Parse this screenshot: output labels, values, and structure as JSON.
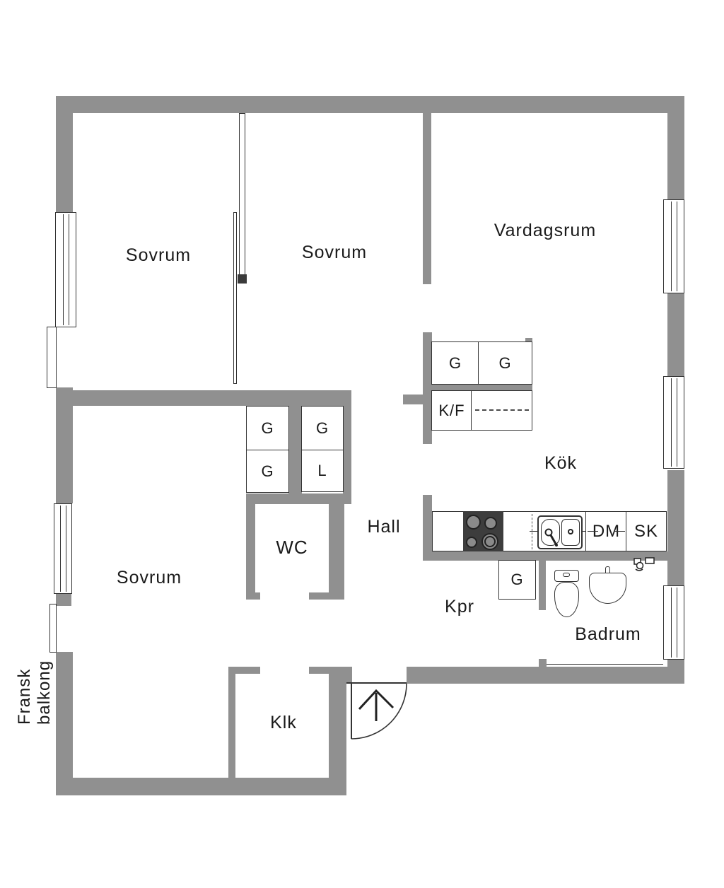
{
  "rooms": {
    "sovrum1": "Sovrum",
    "sovrum2": "Sovrum",
    "sovrum3": "Sovrum",
    "vardagsrum": "Vardagsrum",
    "kok": "Kök",
    "hall": "Hall",
    "wc": "WC",
    "kpr": "Kpr",
    "badrum": "Badrum",
    "klk": "Klk",
    "fransk_balkong": "Fransk balkong"
  },
  "cabinets": {
    "kitchen_g1": "G",
    "kitchen_g2": "G",
    "kf": "K/F",
    "closet_g1": "G",
    "closet_g2": "G",
    "closet_g3": "G",
    "closet_l": "L",
    "dm": "DM",
    "sk": "SK",
    "kpr_g": "G"
  },
  "colors": {
    "wall": "#909090",
    "line": "#333333",
    "stove_body": "#3d3d3d",
    "burner": "#8a8a8a",
    "background": "#ffffff",
    "text": "#1a1a1a"
  }
}
